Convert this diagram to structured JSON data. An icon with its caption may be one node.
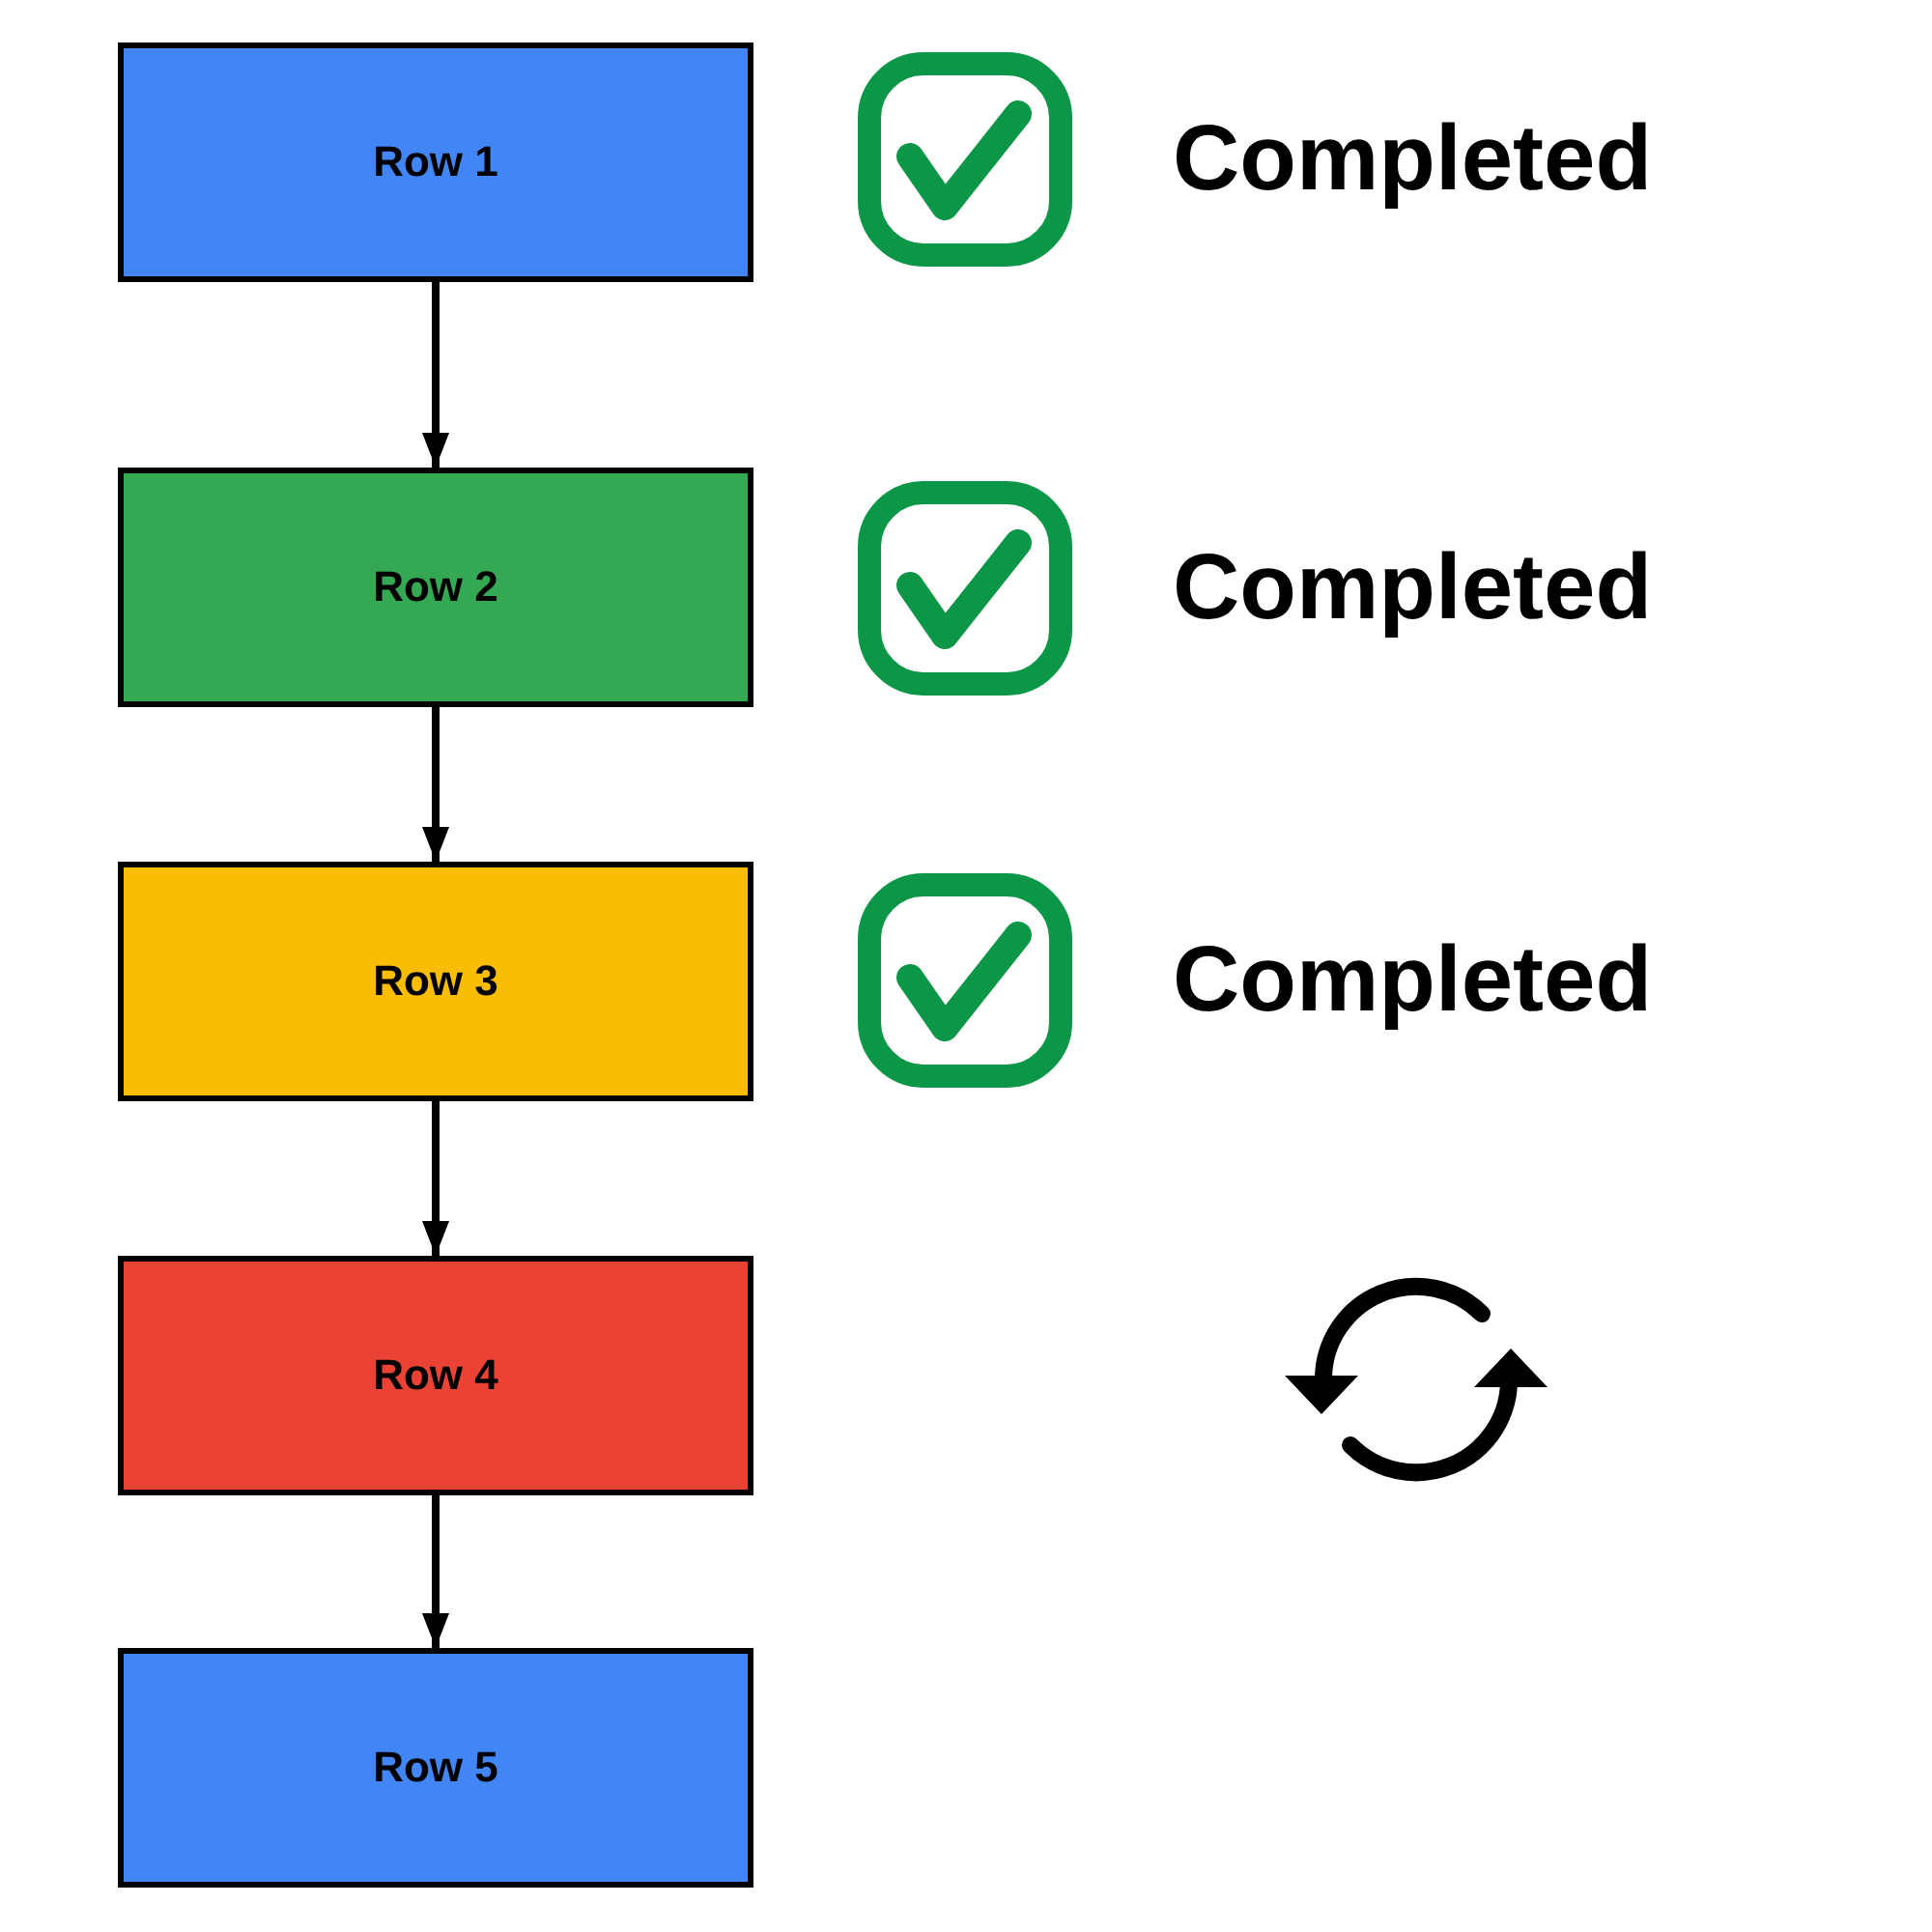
{
  "diagram": {
    "nodes": [
      {
        "text": [
          "Row 1"
        ]
      },
      {
        "text": [
          "Row 2"
        ]
      },
      {
        "text": [
          "Row 3"
        ]
      },
      {
        "text": [
          "Row 4"
        ]
      },
      {
        "text": [
          "Row 5"
        ]
      }
    ],
    "edges": [
      {
        "from": 0,
        "to": 1,
        "arrow": "to"
      },
      {
        "from": 1,
        "to": 2,
        "arrow": "to"
      },
      {
        "from": 2,
        "to": 3,
        "arrow": "to"
      },
      {
        "from": 3,
        "to": 4,
        "arrow": "to"
      }
    ],
    "labels": [
      "Completed",
      "Completed",
      "Completed"
    ]
  }
}
